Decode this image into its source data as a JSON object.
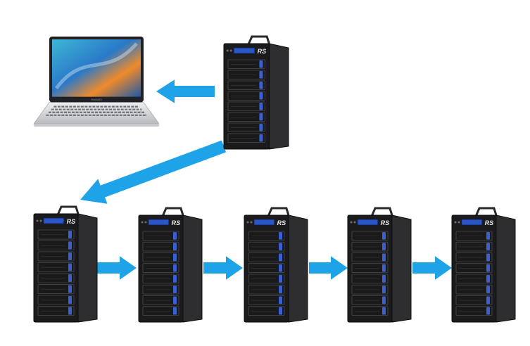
{
  "diagram": {
    "description_visible_text": "",
    "colors": {
      "arrow": "#1fa3e8",
      "enclosure_body": "#1b1b1d",
      "enclosure_side": "#2e2e31",
      "enclosure_edge": "#0d0d0e",
      "lcd": "#2b56c8",
      "bay_face": "#1a1a1a",
      "bay_latch": "#3a5fd0",
      "laptop_shell": "#d9dadc",
      "laptop_screen_frame": "#202124"
    },
    "nodes": [
      {
        "id": "laptop",
        "kind": "laptop",
        "icon": "laptop-icon",
        "brand_text": "HUAWEI"
      },
      {
        "id": "source",
        "kind": "storage-enclosure",
        "icon": "storage-tower-icon",
        "badge_text": "RS",
        "bays": 8
      },
      {
        "id": "daisy-1",
        "kind": "storage-enclosure",
        "icon": "storage-tower-icon",
        "badge_text": "RS",
        "bays": 8
      },
      {
        "id": "daisy-2",
        "kind": "storage-enclosure",
        "icon": "storage-tower-icon",
        "badge_text": "RS",
        "bays": 8
      },
      {
        "id": "daisy-3",
        "kind": "storage-enclosure",
        "icon": "storage-tower-icon",
        "badge_text": "RS",
        "bays": 8
      },
      {
        "id": "daisy-4",
        "kind": "storage-enclosure",
        "icon": "storage-tower-icon",
        "badge_text": "RS",
        "bays": 8
      },
      {
        "id": "daisy-5",
        "kind": "storage-enclosure",
        "icon": "storage-tower-icon",
        "badge_text": "RS",
        "bays": 8
      }
    ],
    "edges": [
      {
        "from": "source",
        "to": "laptop",
        "icon": "arrow-left-icon"
      },
      {
        "from": "source",
        "to": "daisy-1",
        "icon": "arrow-down-left-icon"
      },
      {
        "from": "daisy-1",
        "to": "daisy-2",
        "icon": "arrow-right-icon"
      },
      {
        "from": "daisy-2",
        "to": "daisy-3",
        "icon": "arrow-right-icon"
      },
      {
        "from": "daisy-3",
        "to": "daisy-4",
        "icon": "arrow-right-icon"
      },
      {
        "from": "daisy-4",
        "to": "daisy-5",
        "icon": "arrow-right-icon"
      }
    ]
  }
}
